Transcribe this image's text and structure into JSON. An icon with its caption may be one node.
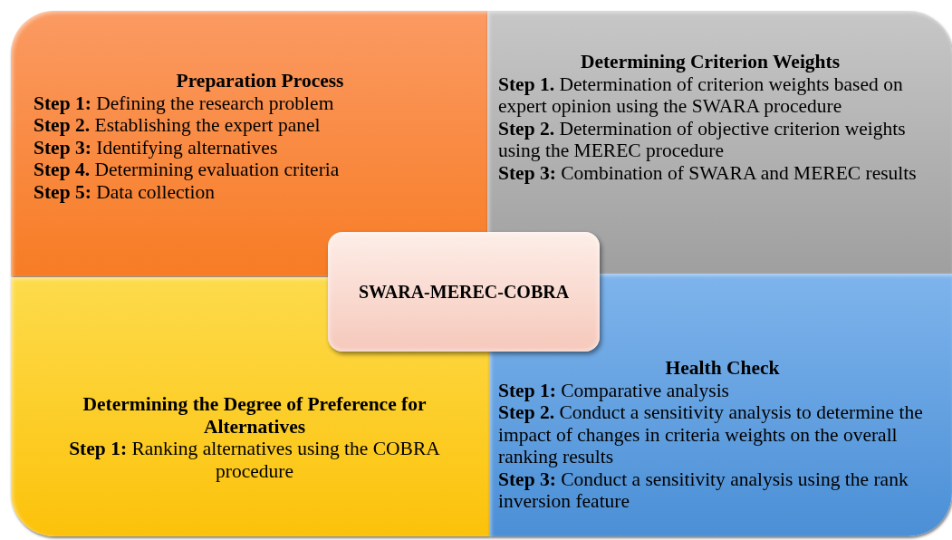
{
  "diagram": {
    "nodes": [
      {
        "text": [
          "Preparation Process",
          "**Step 1:** Defining the research problem",
          "**Step 2.** Establishing the expert panel",
          "**Step 3:** Identifying alternatives",
          "**Step 4.** Determining evaluation criteria",
          "**Step 5:** Data collection"
        ]
      },
      {
        "text": [
          "Determining Criterion Weights",
          "**Step 1.** Determination of criterion weights based on expert opinion using the SWARA procedure",
          "**Step 2.** Determination of objective criterion weights using the MEREC procedure",
          "**Step 3:** Combination of SWARA and MEREC results"
        ]
      },
      {
        "text": [
          "Determining the Degree of Preference for Alternatives",
          "**Step 1:** Ranking alternatives using the COBRA procedure"
        ]
      },
      {
        "text": [
          "Health Check",
          "**Step 1:** Comparative analysis",
          "**Step 2.** Conduct a sensitivity analysis to determine the impact of changes in criteria weights on the overall ranking results",
          "**Step 3:** Conduct a sensitivity analysis using the rank inversion feature"
        ]
      },
      {
        "text": [
          "SWARA-MEREC-COBRA"
        ]
      }
    ],
    "edges": []
  }
}
